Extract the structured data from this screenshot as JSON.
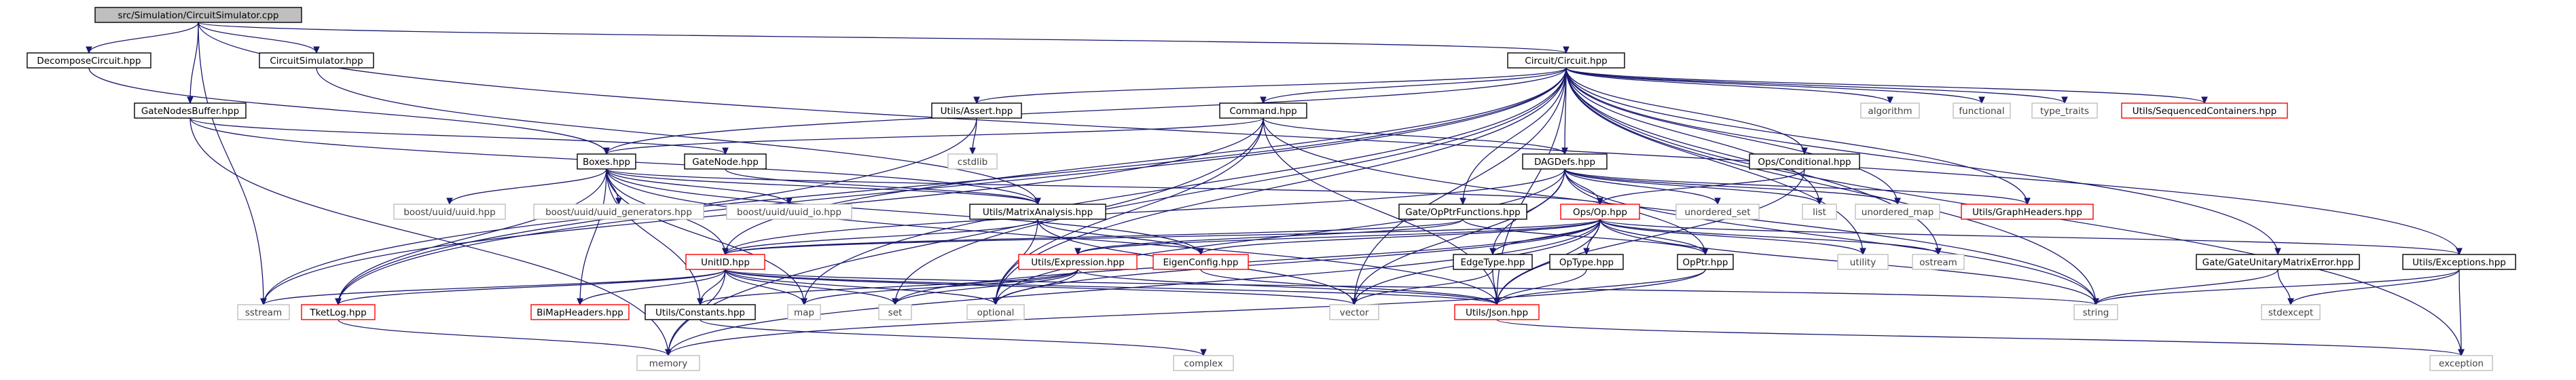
{
  "colors": {
    "edge": "#191970",
    "node_border": "#000000",
    "node_border_red": "#ff0000",
    "node_border_gray": "#bfbfbf",
    "root_fill": "#bfbfbf",
    "text": "#000000",
    "faint_text": "#404040"
  },
  "nodes": [
    {
      "id": "root",
      "label": "src/Simulation/CircuitSimulator.cpp",
      "style": "root"
    },
    {
      "id": "decompose",
      "label": "DecomposeCircuit.hpp",
      "style": "normal"
    },
    {
      "id": "circsim",
      "label": "CircuitSimulator.hpp",
      "style": "normal"
    },
    {
      "id": "gatebuf",
      "label": "GateNodesBuffer.hpp",
      "style": "normal"
    },
    {
      "id": "circuit",
      "label": "Circuit/Circuit.hpp",
      "style": "normal"
    },
    {
      "id": "assert",
      "label": "Utils/Assert.hpp",
      "style": "normal"
    },
    {
      "id": "command",
      "label": "Command.hpp",
      "style": "normal"
    },
    {
      "id": "cstdlib",
      "label": "cstdlib",
      "style": "faint"
    },
    {
      "id": "boxes",
      "label": "Boxes.hpp",
      "style": "normal"
    },
    {
      "id": "gatenode",
      "label": "GateNode.hpp",
      "style": "normal"
    },
    {
      "id": "dagdefs",
      "label": "DAGDefs.hpp",
      "style": "normal"
    },
    {
      "id": "opscond",
      "label": "Ops/Conditional.hpp",
      "style": "normal"
    },
    {
      "id": "algorithm",
      "label": "algorithm",
      "style": "faint"
    },
    {
      "id": "functional",
      "label": "functional",
      "style": "faint"
    },
    {
      "id": "typetraits",
      "label": "type_traits",
      "style": "faint"
    },
    {
      "id": "seqcont",
      "label": "Utils/SequencedContainers.hpp",
      "style": "red"
    },
    {
      "id": "uuid",
      "label": "boost/uuid/uuid.hpp",
      "style": "faint"
    },
    {
      "id": "uuidgen",
      "label": "boost/uuid/uuid_generators.hpp",
      "style": "faint"
    },
    {
      "id": "uuidio",
      "label": "boost/uuid/uuid_io.hpp",
      "style": "faint"
    },
    {
      "id": "matrix",
      "label": "Utils/MatrixAnalysis.hpp",
      "style": "normal"
    },
    {
      "id": "gateop",
      "label": "Gate/OpPtrFunctions.hpp",
      "style": "normal"
    },
    {
      "id": "opsop",
      "label": "Ops/Op.hpp",
      "style": "red"
    },
    {
      "id": "unordset",
      "label": "unordered_set",
      "style": "faint"
    },
    {
      "id": "list",
      "label": "list",
      "style": "faint"
    },
    {
      "id": "unordmap",
      "label": "unordered_map",
      "style": "faint"
    },
    {
      "id": "graphhead",
      "label": "Utils/GraphHeaders.hpp",
      "style": "red"
    },
    {
      "id": "unitid",
      "label": "UnitID.hpp",
      "style": "red"
    },
    {
      "id": "expression",
      "label": "Utils/Expression.hpp",
      "style": "red"
    },
    {
      "id": "eigen",
      "label": "EigenConfig.hpp",
      "style": "red"
    },
    {
      "id": "edgetype",
      "label": "EdgeType.hpp",
      "style": "normal"
    },
    {
      "id": "optype",
      "label": "OpType.hpp",
      "style": "normal"
    },
    {
      "id": "opptr",
      "label": "OpPtr.hpp",
      "style": "normal"
    },
    {
      "id": "utility",
      "label": "utility",
      "style": "faint"
    },
    {
      "id": "ostream",
      "label": "ostream",
      "style": "faint"
    },
    {
      "id": "exceptions",
      "label": "Utils/Exceptions.hpp",
      "style": "normal"
    },
    {
      "id": "gateunit",
      "label": "Gate/GateUnitaryMatrixError.hpp",
      "style": "normal"
    },
    {
      "id": "sstream",
      "label": "sstream",
      "style": "faint"
    },
    {
      "id": "tketlog",
      "label": "TketLog.hpp",
      "style": "red"
    },
    {
      "id": "bimap",
      "label": "BiMapHeaders.hpp",
      "style": "red"
    },
    {
      "id": "constants",
      "label": "Utils/Constants.hpp",
      "style": "normal"
    },
    {
      "id": "map",
      "label": "map",
      "style": "faint"
    },
    {
      "id": "set",
      "label": "set",
      "style": "faint"
    },
    {
      "id": "optional",
      "label": "optional",
      "style": "faint"
    },
    {
      "id": "vector",
      "label": "vector",
      "style": "faint"
    },
    {
      "id": "json",
      "label": "Utils/Json.hpp",
      "style": "red"
    },
    {
      "id": "string",
      "label": "string",
      "style": "faint"
    },
    {
      "id": "stdexcept",
      "label": "stdexcept",
      "style": "faint"
    },
    {
      "id": "memory",
      "label": "memory",
      "style": "faint"
    },
    {
      "id": "complex",
      "label": "complex",
      "style": "faint"
    },
    {
      "id": "exception",
      "label": "exception",
      "style": "faint"
    }
  ]
}
